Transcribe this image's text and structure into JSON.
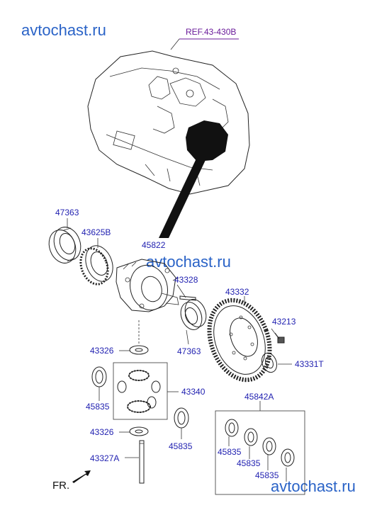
{
  "watermarks": {
    "top": "avtochast.ru",
    "middle": "avtochast.ru",
    "bottom": "avtochast.ru"
  },
  "reference": "REF.43-430B",
  "direction_label": "FR.",
  "parts": {
    "p47363_top": "47363",
    "p43625B": "43625B",
    "p45822": "45822",
    "p43328": "43328",
    "p43332": "43332",
    "p43213": "43213",
    "p47363_bottom": "47363",
    "p43326_top": "43326",
    "p43331T": "43331T",
    "p45835_left": "45835",
    "p43340": "43340",
    "p43326_bottom": "43326",
    "p45835_mid": "45835",
    "p43327A": "43327A",
    "p45842A": "45842A",
    "p45835_kit1": "45835",
    "p45835_kit2": "45835",
    "p45835_kit3": "45835"
  }
}
